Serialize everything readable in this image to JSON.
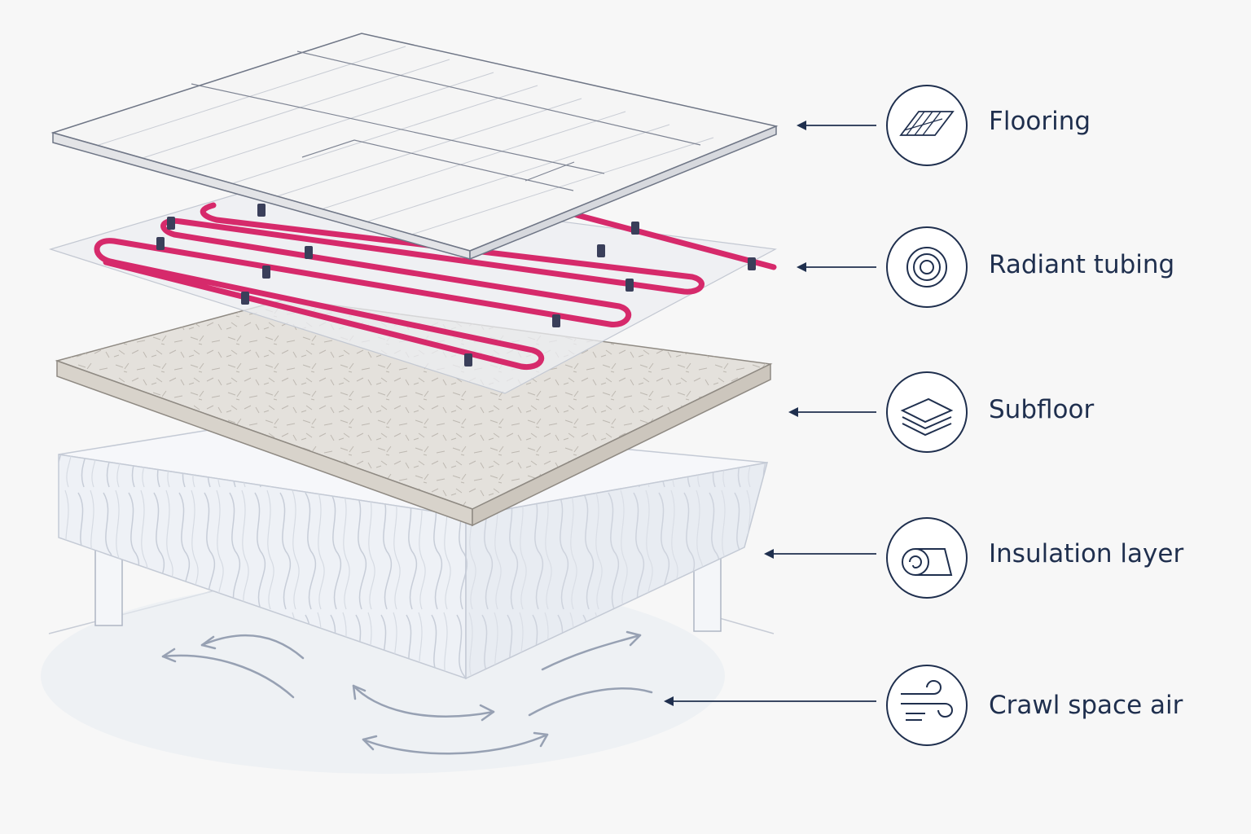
{
  "palette": {
    "ink": "#1f2f4e",
    "tube": "#d62a6b",
    "clip": "#3a3f5a",
    "arrow_air": "#97a1b3",
    "floor_face": "#f4f4f4",
    "subfloor_face": "#e4e1dc",
    "insulation_face": "#f0f2f6"
  },
  "layers": [
    {
      "id": "flooring",
      "label": "Flooring",
      "icon": "floor-planks-icon"
    },
    {
      "id": "radiant-tubing",
      "label": "Radiant tubing",
      "icon": "coil-icon"
    },
    {
      "id": "subfloor",
      "label": "Subfloor",
      "icon": "layers-icon"
    },
    {
      "id": "insulation",
      "label": "Insulation layer",
      "icon": "insulation-roll-icon"
    },
    {
      "id": "crawl-space-air",
      "label": "Crawl space air",
      "icon": "wind-icon"
    }
  ]
}
